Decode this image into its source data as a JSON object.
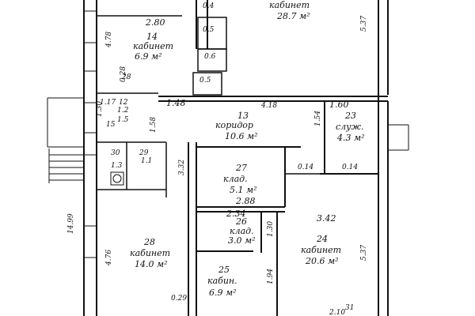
{
  "plan": {
    "rooms": [
      {
        "id": "r14",
        "number": "14",
        "name": "кабинет",
        "area": "6.9 м²",
        "extra": "2.80"
      },
      {
        "id": "r13",
        "number": "13",
        "name": "коридор",
        "area": "10.6 м²",
        "extra": "1.48"
      },
      {
        "id": "r23",
        "number": "23",
        "name": "служ.",
        "area": "4.3 м²",
        "extra": "1.60"
      },
      {
        "id": "r27",
        "number": "27",
        "name": "клад.",
        "area": "5.1 м²",
        "extra": "2.88"
      },
      {
        "id": "r26",
        "number": "26",
        "name": "клад.",
        "area": "3.0 м²",
        "extra": "2.34"
      },
      {
        "id": "r28",
        "number": "28",
        "name": "кабинет",
        "area": "14.0 м²",
        "extra": ""
      },
      {
        "id": "r25",
        "number": "25",
        "name": "кабин.",
        "area": "6.9 м²",
        "extra": ""
      },
      {
        "id": "r24",
        "number": "24",
        "name": "кабинет",
        "area": "20.6 м²",
        "extra": "3.42"
      },
      {
        "id": "rtop",
        "number": "",
        "name": "кабинет",
        "area": "28.7 м²",
        "extra": ""
      }
    ],
    "small_areas": [
      "0.4",
      "0.5",
      "0.6",
      "0.5",
      "1.2",
      "1.5",
      "1.1",
      "1.3"
    ],
    "small_codes": [
      "12",
      "15",
      "28",
      "29",
      "30",
      "31"
    ],
    "dimensions": [
      "5.37",
      "5.37",
      "4.18",
      "4.78",
      "4.76",
      "14.99",
      "1.17",
      "1.30",
      "1.58",
      "3.32",
      "1.30",
      "0.14",
      "0.14",
      "1.54",
      "0.29",
      "1.94",
      "2.10",
      "0.28"
    ]
  }
}
